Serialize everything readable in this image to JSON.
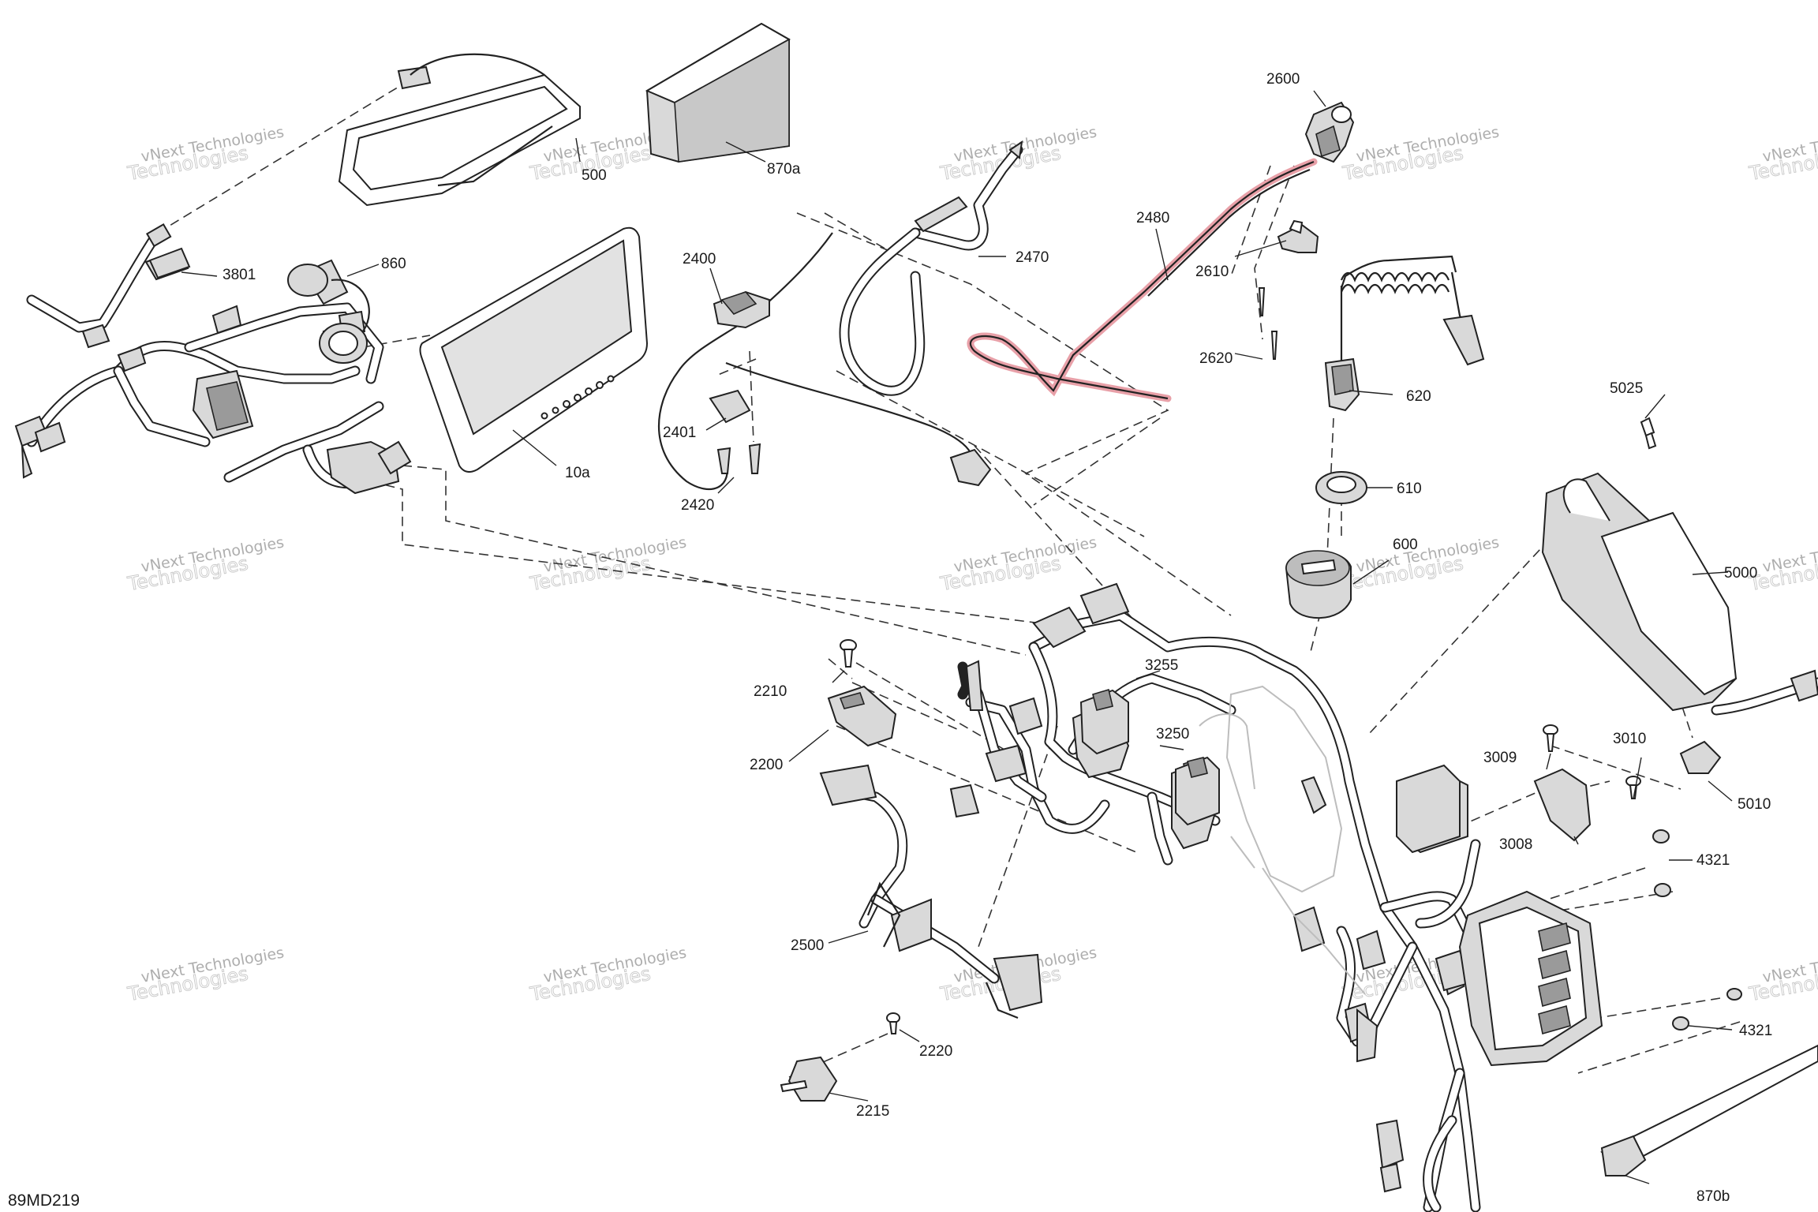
{
  "diagram_code": "89MD219",
  "watermark": {
    "line1": "vNext Technologies",
    "line2": "Technologies",
    "line3": "vNext"
  },
  "parts": {
    "p10a": "10a",
    "p500": "500",
    "p600": "600",
    "p610": "610",
    "p620": "620",
    "p860": "860",
    "p870a": "870a",
    "p870b": "870b",
    "p2200": "2200",
    "p2210": "2210",
    "p2215": "2215",
    "p2220": "2220",
    "p2400": "2400",
    "p2401": "2401",
    "p2420": "2420",
    "p2470": "2470",
    "p2480": "2480",
    "p2500": "2500",
    "p2600": "2600",
    "p2610": "2610",
    "p2620": "2620",
    "p3008": "3008",
    "p3009": "3009",
    "p3010": "3010",
    "p3250": "3250",
    "p3255": "3255",
    "p3801": "3801",
    "p4321a": "4321",
    "p4321b": "4321",
    "p5000": "5000",
    "p5010": "5010",
    "p5025": "5025"
  },
  "highlight_color": "#e8a0a8"
}
